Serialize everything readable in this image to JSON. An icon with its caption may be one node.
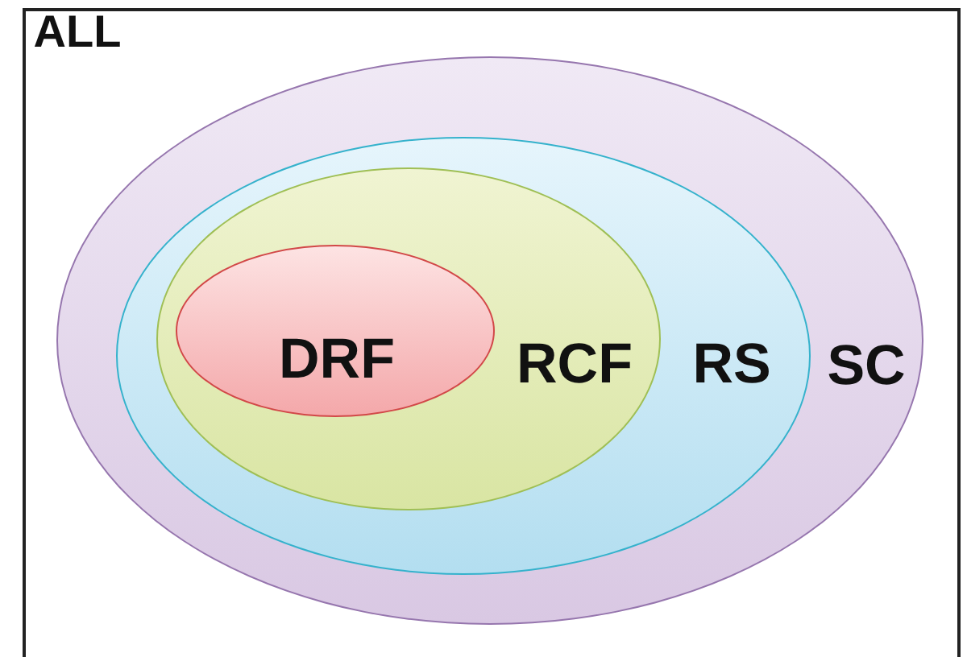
{
  "diagram": {
    "nodes": [
      {
        "text": [
          "ALL"
        ]
      },
      {
        "text": [
          "SC"
        ],
        "in": 0
      },
      {
        "text": [
          "RS"
        ],
        "in": 1
      },
      {
        "text": [
          "RCF"
        ],
        "in": 2
      },
      {
        "text": [
          "DRF"
        ],
        "in": 3
      }
    ]
  }
}
